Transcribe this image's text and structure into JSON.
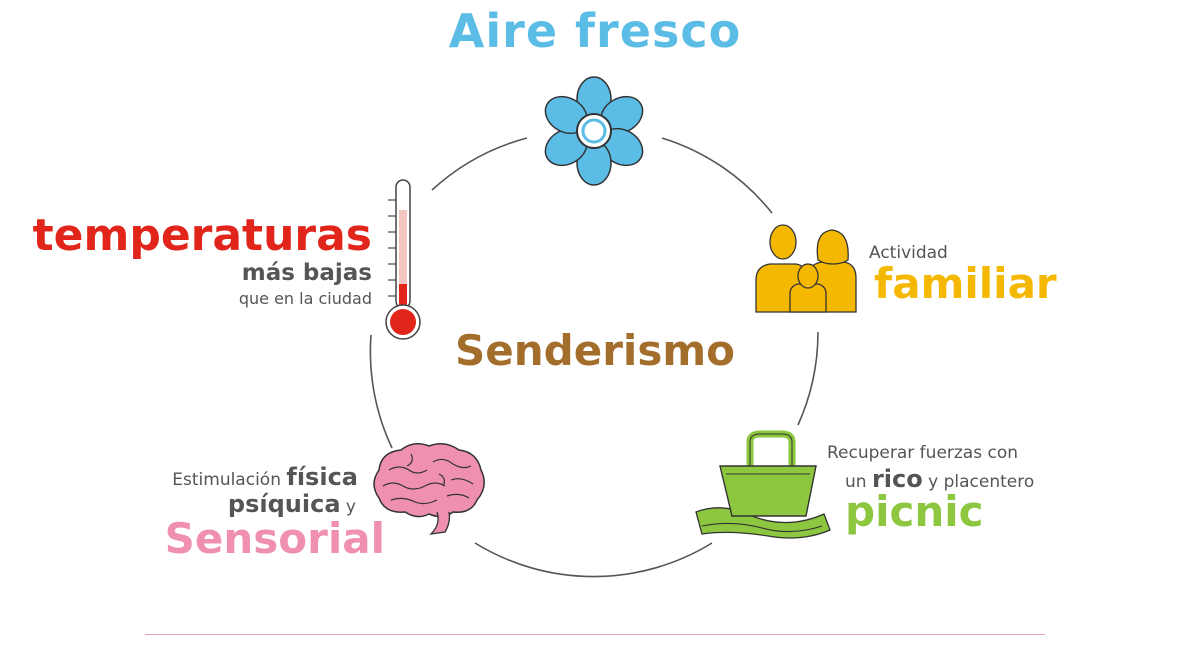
{
  "colors": {
    "aire": "#5bbde6",
    "center": "#a36d2b",
    "temperaturas": "#e1251b",
    "familiar": "#f5b800",
    "picnic": "#8dc63f",
    "sensorial": "#ef8fb1",
    "text_gray": "#555555",
    "circle": "#555555"
  },
  "top": {
    "title": "Aire fresco",
    "icon": "flower-icon"
  },
  "center": {
    "title": "Senderismo"
  },
  "temperature": {
    "main": "temperaturas",
    "sub1": "más bajas",
    "sub2": "que en la ciudad",
    "icon": "thermometer-icon"
  },
  "family": {
    "small": "Actividad",
    "main": "familiar",
    "icon": "family-icon"
  },
  "picnic": {
    "line1": "Recuperar fuerzas con",
    "line2_a": "un ",
    "line2_em": "rico",
    "line2_b": " y placentero",
    "main": "picnic",
    "icon": "picnic-basket-icon"
  },
  "stimulation": {
    "line1_a": "Estimulación ",
    "line1_em": "física",
    "line2_em": "psíquica",
    "line2_b": " y",
    "main": "Sensorial",
    "icon": "brain-icon"
  }
}
